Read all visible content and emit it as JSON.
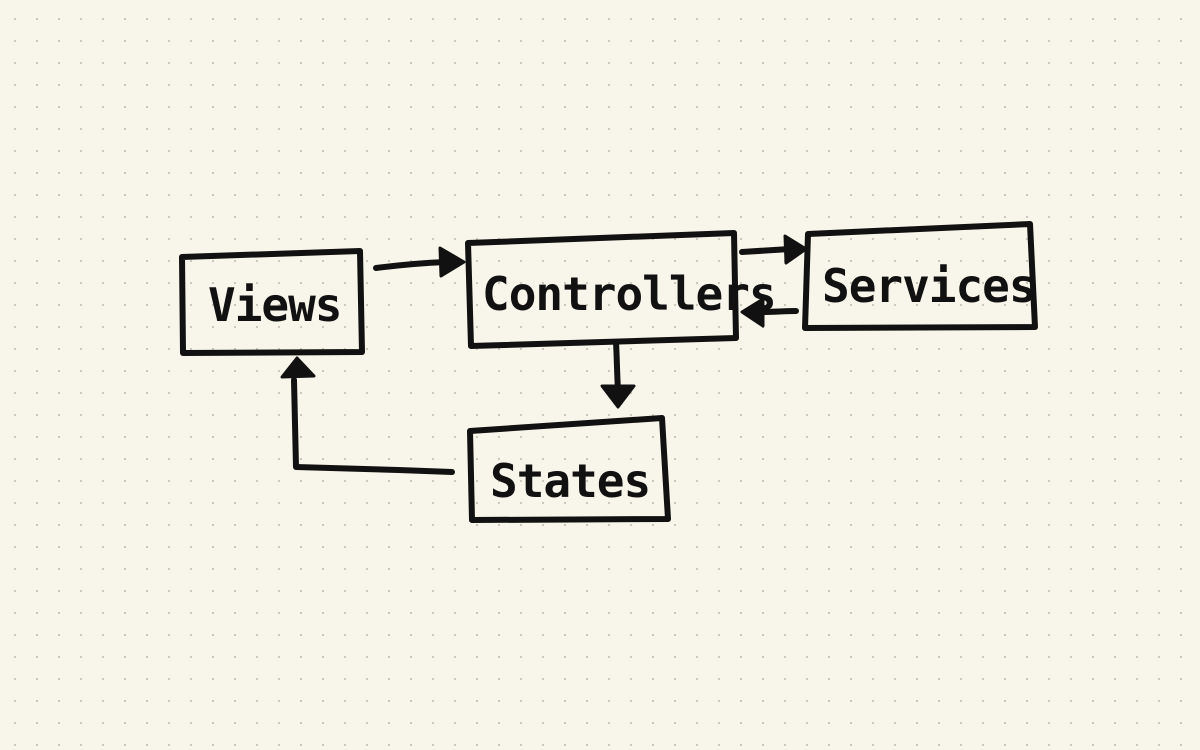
{
  "diagram": {
    "background_color": "#f8f5ea",
    "ink_color": "#111111",
    "nodes": {
      "views": {
        "label": "Views"
      },
      "controllers": {
        "label": "Controllers"
      },
      "services": {
        "label": "Services"
      },
      "states": {
        "label": "States"
      }
    },
    "edges": [
      {
        "from": "Views",
        "to": "Controllers"
      },
      {
        "from": "Controllers",
        "to": "Services"
      },
      {
        "from": "Services",
        "to": "Controllers"
      },
      {
        "from": "Controllers",
        "to": "States"
      },
      {
        "from": "States",
        "to": "Views"
      }
    ]
  }
}
